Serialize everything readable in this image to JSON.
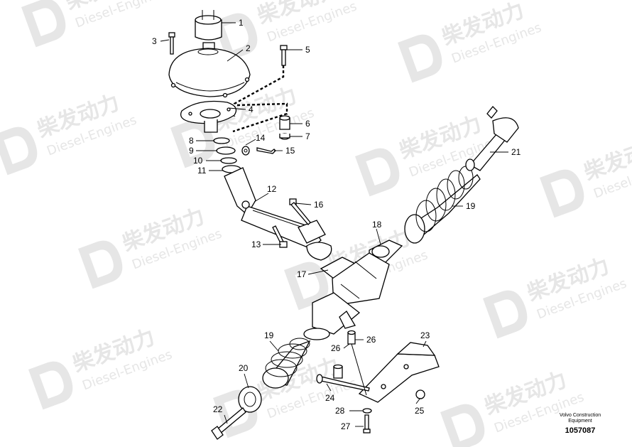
{
  "watermark": {
    "brand_cn": "柴发动力",
    "brand_en": "Diesel-Engines",
    "color": "#e6e6e6"
  },
  "callouts": [
    "1",
    "2",
    "3",
    "4",
    "5",
    "6",
    "7",
    "8",
    "9",
    "10",
    "11",
    "12",
    "13",
    "14",
    "15",
    "16",
    "17",
    "18",
    "19",
    "19",
    "20",
    "21",
    "22",
    "23",
    "24",
    "25",
    "26",
    "26",
    "27",
    "28"
  ],
  "footer": {
    "brand_line1": "Volvo Construction",
    "brand_line2": "Equipment",
    "drawing_number": "1057087"
  }
}
